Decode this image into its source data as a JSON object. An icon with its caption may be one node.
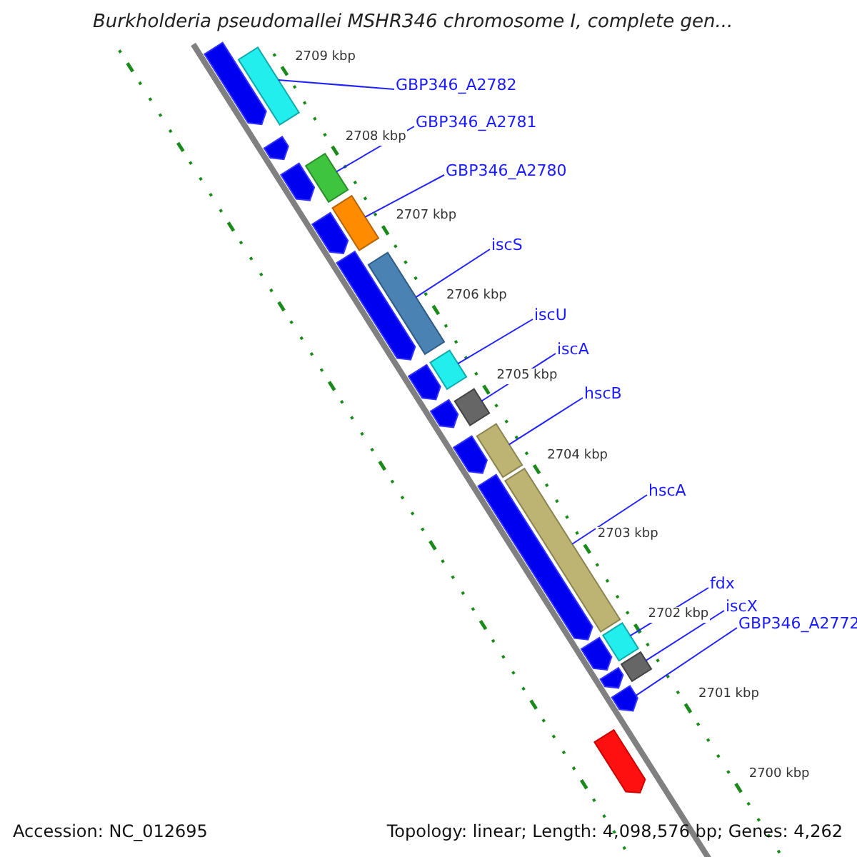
{
  "diagram": {
    "title": "Burkholderia pseudomallei MSHR346 chromosome I, complete gen...",
    "nodes": [
      {
        "text": [
          "GBP346_A2782"
        ]
      },
      {
        "text": [
          "GBP346_A2781"
        ]
      },
      {
        "text": [
          "GBP346_A2780"
        ]
      },
      {
        "text": [
          "iscS"
        ]
      },
      {
        "text": [
          "iscU"
        ]
      },
      {
        "text": [
          "iscA"
        ]
      },
      {
        "text": [
          "hscB"
        ]
      },
      {
        "text": [
          "hscA"
        ]
      },
      {
        "text": [
          "fdx"
        ]
      },
      {
        "text": [
          "iscX"
        ]
      },
      {
        "text": [
          "GBP346_A2772"
        ]
      },
      {
        "text": [],
        "shape": "arrow"
      },
      {
        "text": [],
        "shape": "bar"
      },
      {
        "text": [],
        "shape": "arrow"
      },
      {
        "text": [],
        "shape": "arrow"
      },
      {
        "text": [],
        "shape": "bar"
      },
      {
        "text": [],
        "shape": "bar"
      },
      {
        "text": [],
        "shape": "arrow"
      },
      {
        "text": [],
        "shape": "arrow"
      },
      {
        "text": [],
        "shape": "bar"
      },
      {
        "text": [],
        "shape": "arrow"
      },
      {
        "text": [],
        "shape": "bar"
      },
      {
        "text": [],
        "shape": "arrow"
      },
      {
        "text": [],
        "shape": "bar"
      },
      {
        "text": [],
        "shape": "arrow"
      },
      {
        "text": [],
        "shape": "bar"
      },
      {
        "text": [],
        "shape": "arrow"
      },
      {
        "text": [],
        "shape": "bar"
      },
      {
        "text": [],
        "shape": "bar"
      },
      {
        "text": [],
        "shape": "arrow"
      },
      {
        "text": [],
        "shape": "bar"
      },
      {
        "text": [],
        "shape": "arrow"
      },
      {
        "text": [],
        "shape": "arrow"
      },
      {
        "text": [],
        "shape": "arrow"
      }
    ],
    "edges": [
      {
        "from": 0,
        "to": 12,
        "arrow": "none"
      },
      {
        "from": 1,
        "to": 15,
        "arrow": "none"
      },
      {
        "from": 2,
        "to": 16,
        "arrow": "none"
      },
      {
        "from": 3,
        "to": 19,
        "arrow": "none"
      },
      {
        "from": 4,
        "to": 21,
        "arrow": "none"
      },
      {
        "from": 5,
        "to": 23,
        "arrow": "none"
      },
      {
        "from": 6,
        "to": 25,
        "arrow": "none"
      },
      {
        "from": 7,
        "to": 27,
        "arrow": "none"
      },
      {
        "from": 8,
        "to": 28,
        "arrow": "none"
      },
      {
        "from": 9,
        "to": 30,
        "arrow": "none"
      },
      {
        "from": 10,
        "to": 32,
        "arrow": "none"
      }
    ],
    "labels": [
      "2709 kbp",
      "2708 kbp",
      "2707 kbp",
      "2706 kbp",
      "2705 kbp",
      "2704 kbp",
      "2703 kbp",
      "2702 kbp",
      "2701 kbp",
      "2700 kbp",
      "Accession: NC_012695",
      "Topology: linear; Length: 4,098,576 bp; Genes: 4,262"
    ]
  }
}
